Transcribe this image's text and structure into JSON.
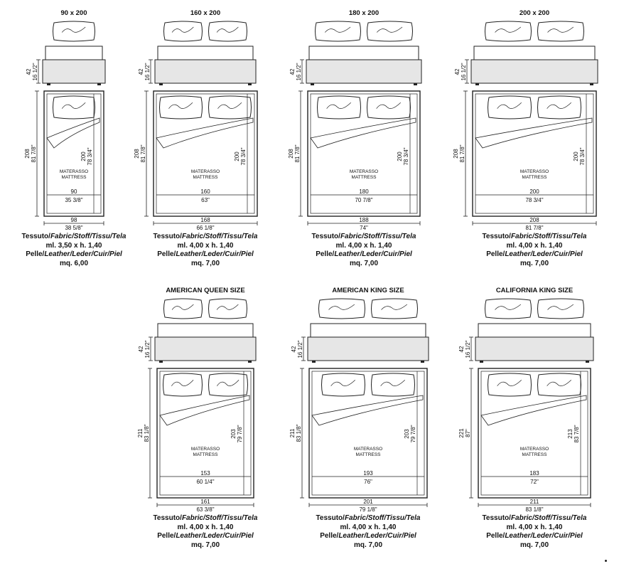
{
  "beds": [
    {
      "title": "90 x 200",
      "height_cm": "42",
      "height_in": "16 1/2\"",
      "length_cm": "208",
      "length_in": "81 7/8\"",
      "mat_length_cm": "200",
      "mat_length_in": "78 3/4\"",
      "mat_width_cm": "90",
      "mat_width_in": "35 3/8\"",
      "width_cm": "98",
      "width_in": "38 5/8\"",
      "mattress_it": "MATERASSO",
      "mattress_en": "MATTRESS",
      "fabric_qty": "ml. 3,50 x h. 1,40",
      "leather_qty": "mq. 6,00",
      "pillows": 1
    },
    {
      "title": "160 x 200",
      "height_cm": "42",
      "height_in": "16 1/2\"",
      "length_cm": "208",
      "length_in": "81 7/8\"",
      "mat_length_cm": "200",
      "mat_length_in": "78 3/4\"",
      "mat_width_cm": "160",
      "mat_width_in": "63\"",
      "width_cm": "168",
      "width_in": "66 1/8\"",
      "mattress_it": "MATERASSO",
      "mattress_en": "MATTRESS",
      "fabric_qty": "ml. 4,00 x h. 1,40",
      "leather_qty": "mq. 7,00",
      "pillows": 2
    },
    {
      "title": "180 x 200",
      "height_cm": "42",
      "height_in": "16 1/2\"",
      "length_cm": "208",
      "length_in": "81 7/8\"",
      "mat_length_cm": "200",
      "mat_length_in": "78 3/4\"",
      "mat_width_cm": "180",
      "mat_width_in": "70 7/8\"",
      "width_cm": "188",
      "width_in": "74\"",
      "mattress_it": "MATERASSO",
      "mattress_en": "MATTRESS",
      "fabric_qty": "ml. 4,00 x h. 1,40",
      "leather_qty": "mq. 7,00",
      "pillows": 2
    },
    {
      "title": "200 x 200",
      "height_cm": "42",
      "height_in": "16 1/2\"",
      "length_cm": "208",
      "length_in": "81 7/8\"",
      "mat_length_cm": "200",
      "mat_length_in": "78 3/4\"",
      "mat_width_cm": "200",
      "mat_width_in": "78 3/4\"",
      "width_cm": "208",
      "width_in": "81 7/8\"",
      "mattress_it": "MATERASSO",
      "mattress_en": "MATTRESS",
      "fabric_qty": "ml. 4,00 x h. 1,40",
      "leather_qty": "mq. 7,00",
      "pillows": 2
    },
    {
      "title": "AMERICAN QUEEN SIZE",
      "height_cm": "42",
      "height_in": "16 1/2\"",
      "length_cm": "211",
      "length_in": "83 1/8\"",
      "mat_length_cm": "203",
      "mat_length_in": "79 7/8\"",
      "mat_width_cm": "153",
      "mat_width_in": "60 1/4\"",
      "width_cm": "161",
      "width_in": "63 3/8\"",
      "mattress_it": "MATERASSO",
      "mattress_en": "MATTRESS",
      "fabric_qty": "ml. 4,00 x h. 1,40",
      "leather_qty": "mq. 7,00",
      "pillows": 2
    },
    {
      "title": "AMERICAN KING SIZE",
      "height_cm": "42",
      "height_in": "16 1/2\"",
      "length_cm": "211",
      "length_in": "83 1/8\"",
      "mat_length_cm": "203",
      "mat_length_in": "79 7/8\"",
      "mat_width_cm": "193",
      "mat_width_in": "76\"",
      "width_cm": "201",
      "width_in": "79 1/8\"",
      "mattress_it": "MATERASSO",
      "mattress_en": "MATTRESS",
      "fabric_qty": "ml. 4,00 x h. 1,40",
      "leather_qty": "mq. 7,00",
      "pillows": 2
    },
    {
      "title": "CALIFORNIA KING SIZE",
      "height_cm": "42",
      "height_in": "16 1/2\"",
      "length_cm": "221",
      "length_in": "87\"",
      "mat_length_cm": "213",
      "mat_length_in": "83 7/8\"",
      "mat_width_cm": "183",
      "mat_width_in": "72\"",
      "width_cm": "211",
      "width_in": "83 1/8\"",
      "mattress_it": "MATERASSO",
      "mattress_en": "MATTRESS",
      "fabric_qty": "ml. 4,00 x h. 1,40",
      "leather_qty": "mq. 7,00",
      "pillows": 2
    }
  ],
  "labels": {
    "fabric_head": "Tessuto/",
    "fabric_langs": "Fabric/Stoff/Tissu/Tela",
    "leather_head": "Pelle/",
    "leather_langs": "Leather/Leder/Cuir/Piel"
  },
  "colors": {
    "line": "#222222",
    "headboard_fill": "#e6e6e6",
    "background": "#ffffff"
  }
}
